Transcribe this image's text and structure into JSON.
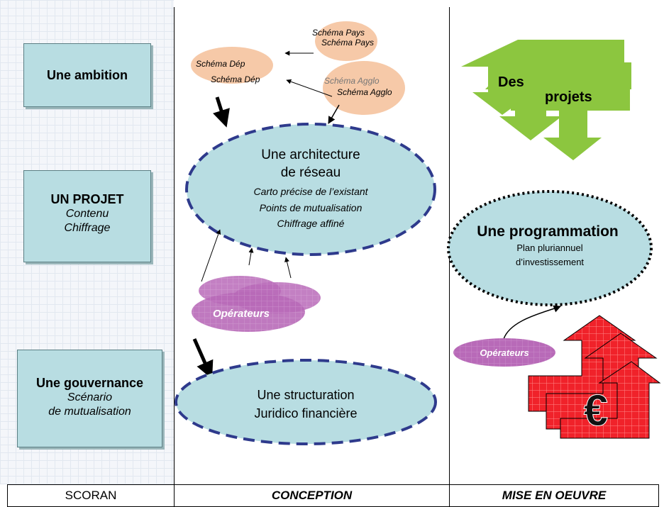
{
  "left_boxes": [
    {
      "title": "Une ambition",
      "lines": []
    },
    {
      "title": "UN PROJET",
      "lines": [
        "Contenu",
        "Chiffrage"
      ]
    },
    {
      "title": "Une gouvernance",
      "lines": [
        "Scénario",
        "de mutualisation"
      ]
    }
  ],
  "schemas": {
    "dep_back": "Schéma Dép",
    "dep_front": "Schéma Dép",
    "pays_back": "Schéma Pays",
    "pays_front": "Schéma Pays",
    "agglo_back": "Schéma Agglo",
    "agglo_front": "Schéma Agglo"
  },
  "architecture": {
    "title1": "Une architecture",
    "title2": "de réseau",
    "items": [
      "Carto précise de l’existant",
      "Points de mutualisation",
      "Chiffrage affiné"
    ]
  },
  "structuration": {
    "line1": "Une structuration",
    "line2": "Juridico financière"
  },
  "operateurs_main": "Opérateurs",
  "operateurs_small": "Opérateurs",
  "projets": {
    "word1": "Des",
    "word2": "projets"
  },
  "programmation": {
    "title": "Une programmation",
    "line1": "Plan pluriannuel",
    "line2": "d’investissement"
  },
  "euro_symbol": "€",
  "footer": {
    "col1": "SCORAN",
    "col2": "CONCEPTION",
    "col3": "MISE EN OEUVRE"
  },
  "colors": {
    "box": "#b8dde2",
    "ellipse": "#b8dde2",
    "dash": "#2e3a8c",
    "schema": "#f6c9a8",
    "operateurs": "#b86ab8",
    "projets": "#8cc63f",
    "euro_arrow": "#f0222a"
  }
}
